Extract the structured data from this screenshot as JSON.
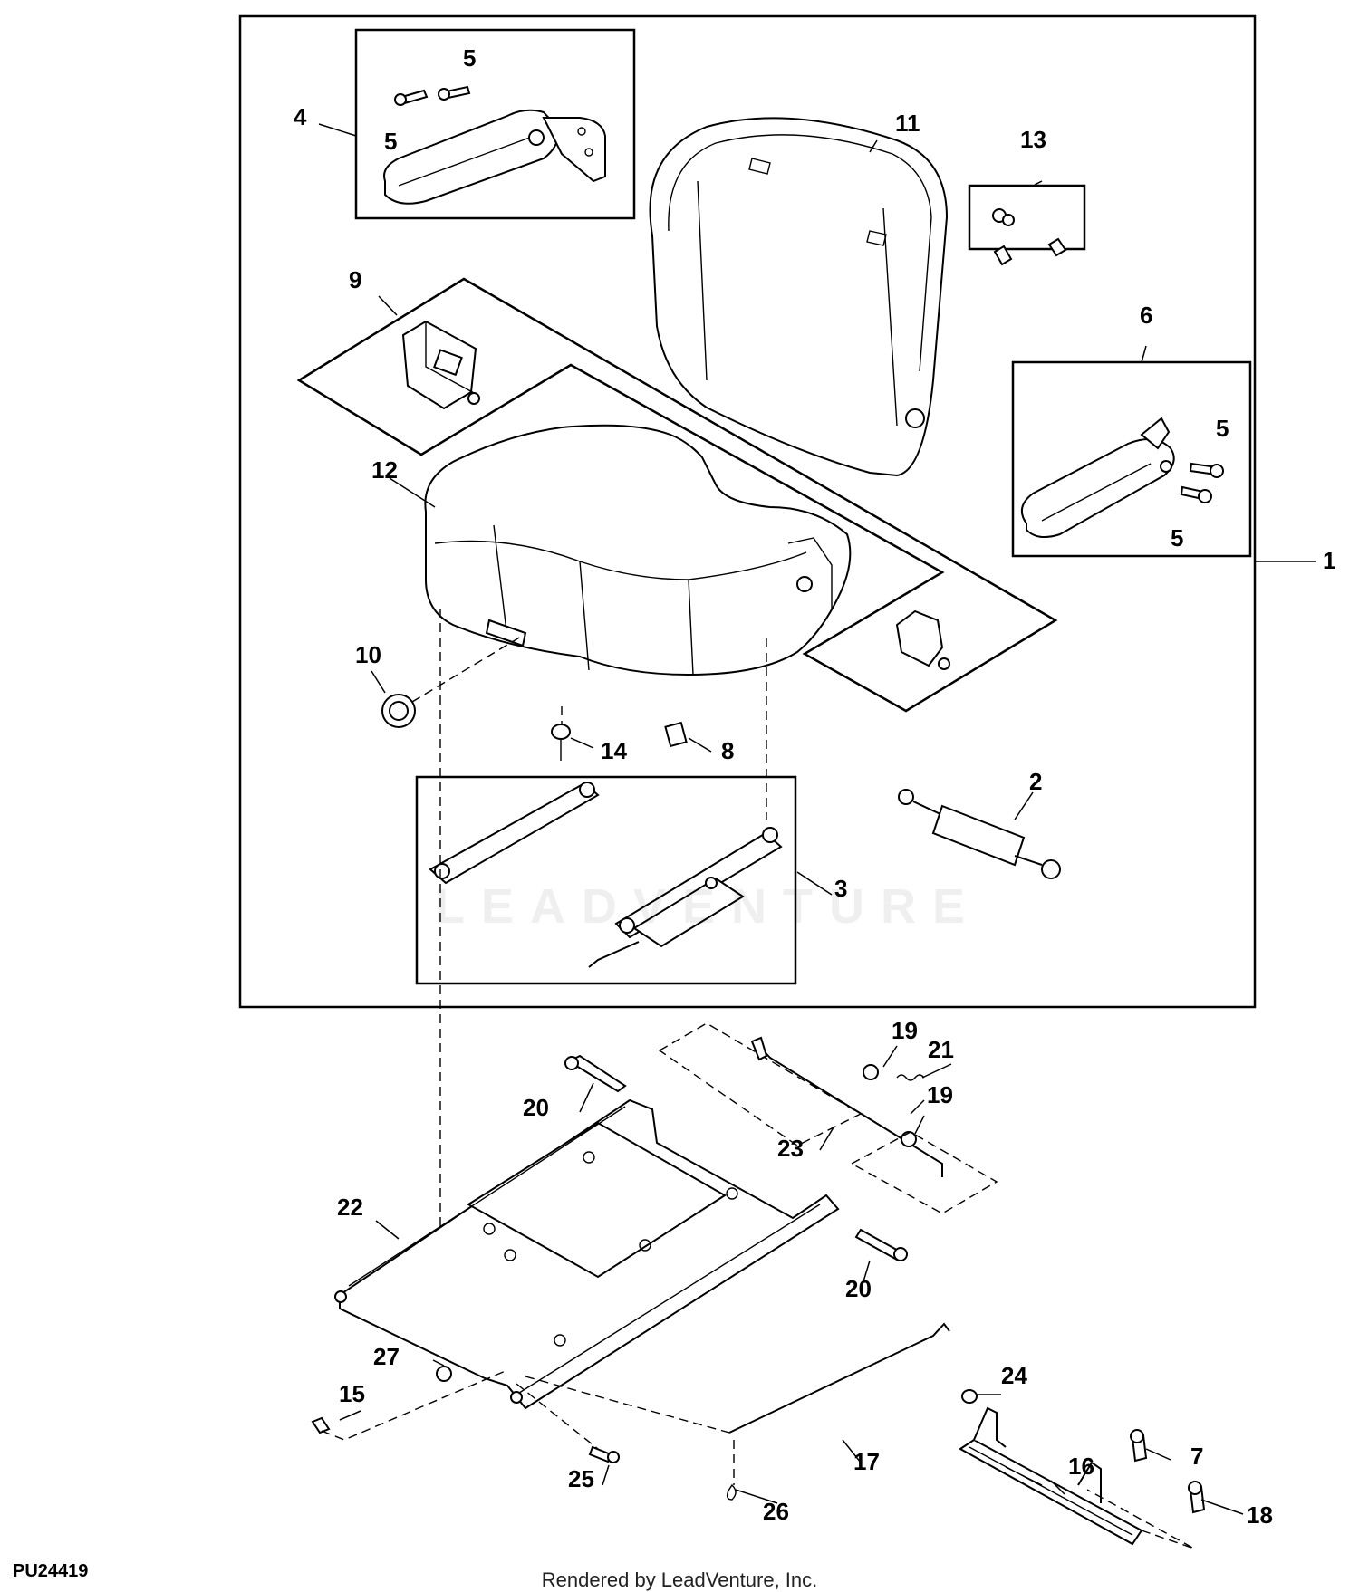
{
  "diagram": {
    "drawing_id": "PU24419",
    "credit": "Rendered by LeadVenture, Inc.",
    "watermark": "LEADVENTURE",
    "callouts": [
      {
        "id": "c1",
        "label": "1"
      },
      {
        "id": "c2",
        "label": "2"
      },
      {
        "id": "c3",
        "label": "3"
      },
      {
        "id": "c4",
        "label": "4"
      },
      {
        "id": "c5a",
        "label": "5"
      },
      {
        "id": "c5b",
        "label": "5"
      },
      {
        "id": "c5c",
        "label": "5"
      },
      {
        "id": "c5d",
        "label": "5"
      },
      {
        "id": "c6",
        "label": "6"
      },
      {
        "id": "c7",
        "label": "7"
      },
      {
        "id": "c8",
        "label": "8"
      },
      {
        "id": "c9",
        "label": "9"
      },
      {
        "id": "c10",
        "label": "10"
      },
      {
        "id": "c11",
        "label": "11"
      },
      {
        "id": "c12",
        "label": "12"
      },
      {
        "id": "c13",
        "label": "13"
      },
      {
        "id": "c14",
        "label": "14"
      },
      {
        "id": "c15",
        "label": "15"
      },
      {
        "id": "c16",
        "label": "16"
      },
      {
        "id": "c17",
        "label": "17"
      },
      {
        "id": "c18",
        "label": "18"
      },
      {
        "id": "c19a",
        "label": "19"
      },
      {
        "id": "c19b",
        "label": "19"
      },
      {
        "id": "c20a",
        "label": "20"
      },
      {
        "id": "c20b",
        "label": "20"
      },
      {
        "id": "c21",
        "label": "21"
      },
      {
        "id": "c22",
        "label": "22"
      },
      {
        "id": "c23",
        "label": "23"
      },
      {
        "id": "c24",
        "label": "24"
      },
      {
        "id": "c25",
        "label": "25"
      },
      {
        "id": "c26",
        "label": "26"
      },
      {
        "id": "c27",
        "label": "27"
      }
    ]
  }
}
